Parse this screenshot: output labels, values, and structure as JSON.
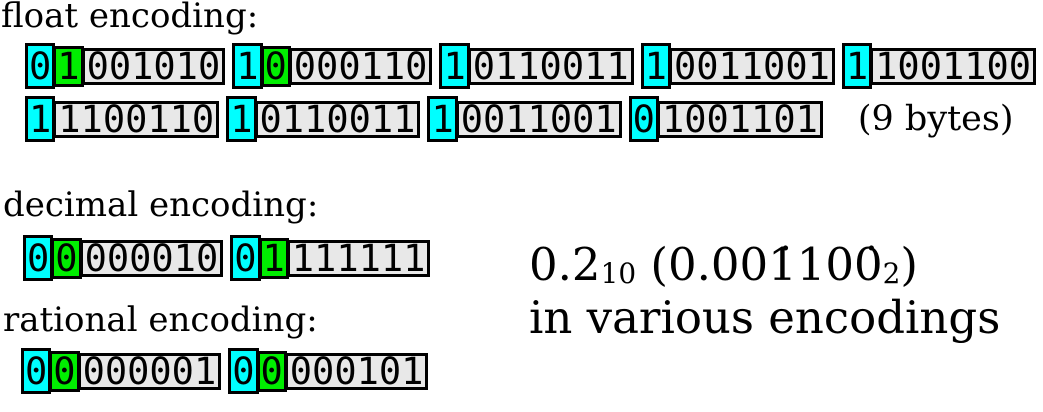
{
  "colors": {
    "cyan": "#00ffff",
    "green": "#00ee00",
    "gray": "#e8e8e8",
    "border": "#000000",
    "text": "#000000",
    "background": "#ffffff"
  },
  "sections": {
    "float": {
      "label": "float encoding:",
      "note": "(9 bytes)",
      "row1": [
        {
          "first": "0",
          "second": "1",
          "rest": "001010"
        },
        {
          "first": "1",
          "second": "0",
          "rest": "000110"
        },
        {
          "first": "1",
          "rest": "0110011"
        },
        {
          "first": "1",
          "rest": "0011001"
        },
        {
          "first": "1",
          "rest": "1001100"
        }
      ],
      "row2": [
        {
          "first": "1",
          "rest": "1100110"
        },
        {
          "first": "1",
          "rest": "0110011"
        },
        {
          "first": "1",
          "rest": "0011001"
        },
        {
          "first": "0",
          "rest": "1001101"
        }
      ]
    },
    "decimal": {
      "label": "decimal encoding:",
      "row": [
        {
          "first": "0",
          "second": "0",
          "rest": "000010"
        },
        {
          "first": "0",
          "second": "1",
          "rest": "111111"
        }
      ]
    },
    "rational": {
      "label": "rational encoding:",
      "row": [
        {
          "first": "0",
          "second": "0",
          "rest": "000001"
        },
        {
          "first": "0",
          "second": "0",
          "rest": "000101"
        }
      ]
    }
  },
  "caption": {
    "number": "0.2",
    "number_base": "10",
    "binary_open": " (0.00",
    "binary_repeating": "1̇1 0 0̇",
    "binary_repeating_display": "1̇100̇",
    "binary_base": "2",
    "binary_close": ")",
    "line2": "in various encodings"
  }
}
